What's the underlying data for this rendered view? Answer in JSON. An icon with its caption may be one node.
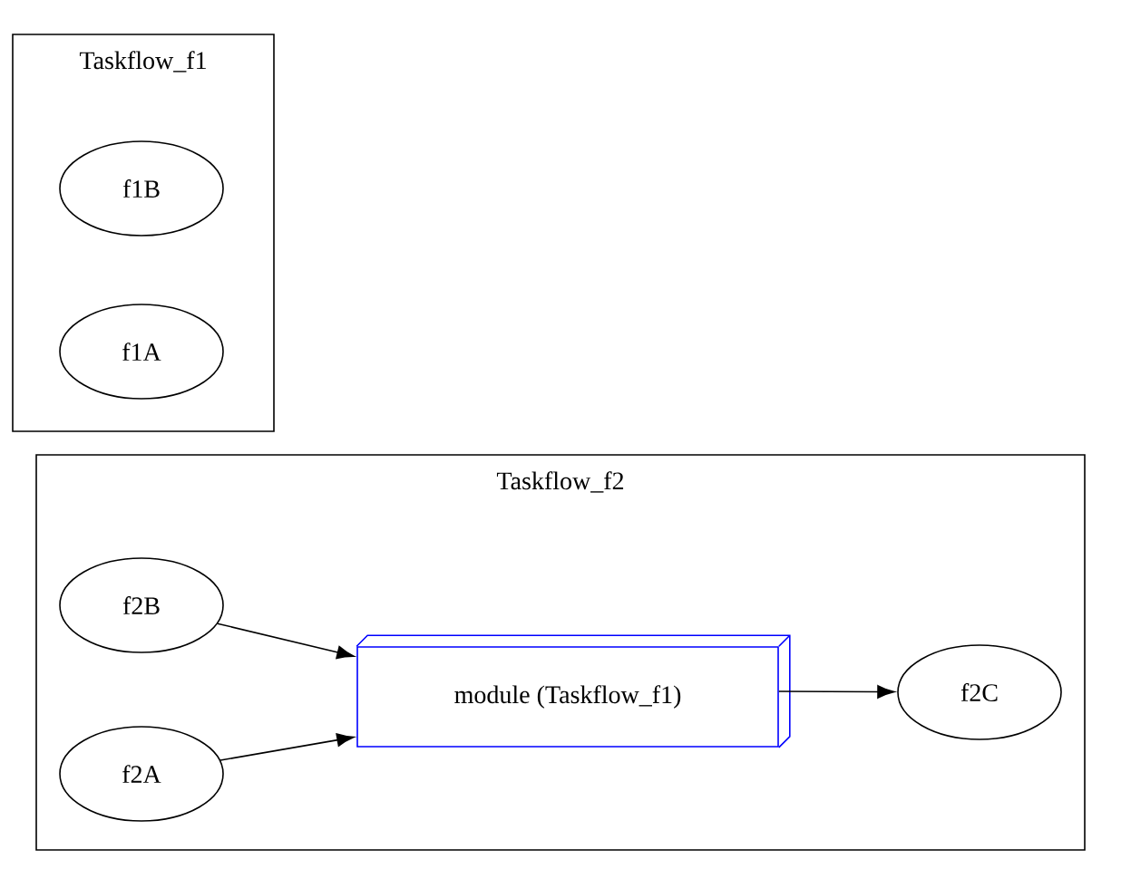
{
  "diagram": {
    "nodes": [
      {
        "text": [
          "Taskflow_f1"
        ]
      },
      {
        "text": [
          "f1B"
        ],
        "in": 0
      },
      {
        "text": [
          "f1A"
        ],
        "in": 0
      },
      {
        "text": [
          "Taskflow_f2"
        ]
      },
      {
        "text": [
          "f2B"
        ],
        "in": 3
      },
      {
        "text": [
          "f2A"
        ],
        "in": 3
      },
      {
        "text": [
          "module (Taskflow_f1)"
        ],
        "in": 3
      },
      {
        "text": [
          "f2C"
        ],
        "in": 3
      }
    ],
    "edges": [
      {
        "from": 4,
        "to": 6,
        "arrow": "to"
      },
      {
        "from": 5,
        "to": 6,
        "arrow": "to"
      },
      {
        "from": 6,
        "to": 7,
        "arrow": "to"
      }
    ]
  }
}
